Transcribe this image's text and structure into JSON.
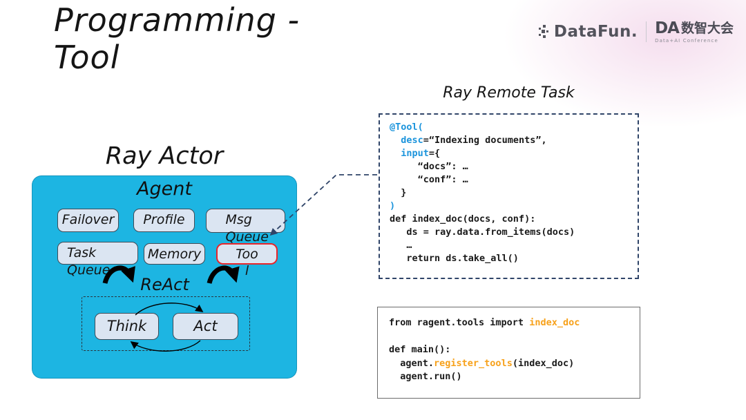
{
  "slide_title": "Programming - Tool",
  "brand": {
    "datafun_logo": "DataFun.",
    "da_abbr": "DA",
    "da_name": "数智大会",
    "da_sub": "Data+AI Conference"
  },
  "diagram": {
    "title": "Ray Actor",
    "agent_label": "Agent",
    "boxes": [
      {
        "label": "Failover"
      },
      {
        "label": "Profile"
      },
      {
        "label": "Msg Queue"
      },
      {
        "label": "Task Queue"
      },
      {
        "label": "Memory"
      },
      {
        "label": "Tool"
      }
    ],
    "react_label": "ReAct",
    "think_label": "Think",
    "act_label": "Act"
  },
  "remote_task": {
    "title": "Ray Remote Task",
    "code": [
      [
        {
          "t": "@Tool(",
          "c": "kw"
        }
      ],
      [
        {
          "t": "  "
        },
        {
          "t": "desc",
          "c": "kw"
        },
        {
          "t": "=“Indexing documents”,"
        }
      ],
      [
        {
          "t": "  "
        },
        {
          "t": "input",
          "c": "kw"
        },
        {
          "t": "={"
        }
      ],
      [
        {
          "t": "     “docs”: …"
        }
      ],
      [
        {
          "t": "     “conf”: …"
        }
      ],
      [
        {
          "t": "  }"
        }
      ],
      [
        {
          "t": ")",
          "c": "kw"
        }
      ],
      [
        {
          "t": "def index_doc(docs, conf):"
        }
      ],
      [
        {
          "t": "   ds = ray.data.from_items(docs)"
        }
      ],
      [
        {
          "t": "   …"
        }
      ],
      [
        {
          "t": "   return ds.take_all()"
        }
      ]
    ]
  },
  "main_code": {
    "code": [
      [
        {
          "t": "from ragent.tools import "
        },
        {
          "t": "index_doc",
          "c": "fn"
        }
      ],
      [
        {
          "t": ""
        }
      ],
      [
        {
          "t": "def main():"
        }
      ],
      [
        {
          "t": "  agent."
        },
        {
          "t": "register_tools",
          "c": "fn"
        },
        {
          "t": "(index_doc)"
        }
      ],
      [
        {
          "t": "  agent.run()"
        }
      ]
    ]
  },
  "colors": {
    "agent_fill": "#1db5e2",
    "keyword_blue": "#1b94dc",
    "function_orange": "#f7a11a",
    "tool_border_red": "#e8252a",
    "dashed_border_navy": "#2f4468"
  }
}
